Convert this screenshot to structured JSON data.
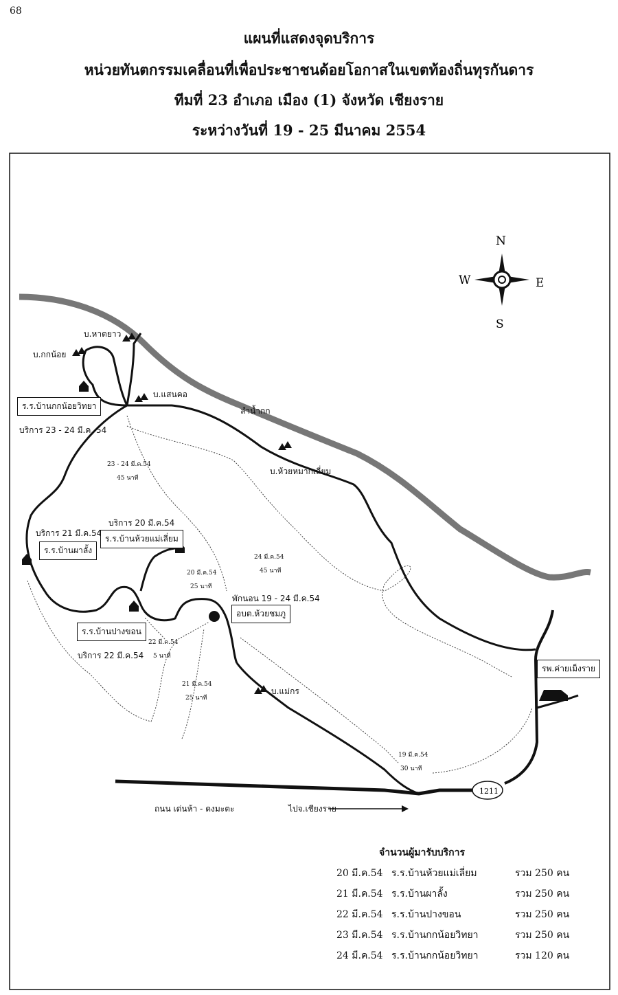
{
  "page_number": "68",
  "title_lines": [
    "แผนที่แสดงจุดบริการ",
    "หน่วยทันตกรรมเคลื่อนที่เพื่อประชาชนด้อยโอกาสในเขตท้องถิ่นทุรกันดาร",
    "ทีมที่  23 อำเภอ เมือง (1)   จังหวัด เชียงราย",
    "ระหว่างวันที่  19 - 25 มีนาคม 2554"
  ],
  "compass": {
    "n": "N",
    "s": "S",
    "e": "E",
    "w": "W"
  },
  "villages": {
    "hat_yao": "บ.หาดยาว",
    "kok_noi": "บ.กกน้อย",
    "saen_kho": "บ.แสนคอ",
    "huai_mak_liam": "บ.ห้วยหมากเลี่ยม",
    "mae_kon": "บ.แม่กร"
  },
  "river": "ลำน้ำกก",
  "sites": {
    "kok_noi_school": {
      "name": "ร.ร.บ้านกกน้อยวิทยา",
      "service": "บริการ 23 - 24 มี.ค. 54"
    },
    "pha_lang_school": {
      "name": "ร.ร.บ้านผาลั้ง",
      "service": "บริการ 21 มี.ค.54"
    },
    "huai_mae_liam_school": {
      "name": "ร.ร.บ้านห้วยแม่เลี่ยม",
      "service": "บริการ 20 มี.ค.54"
    },
    "pang_khon_school": {
      "name": "ร.ร.บ้านปางขอน",
      "service": "บริการ 22 มี.ค.54"
    },
    "tao_huai_chomphu": {
      "name": "อบต.ห้วยชมภู",
      "service": "พักนอน 19 - 24 มี.ค.54"
    },
    "hospital": {
      "name": "รพ.ค่ายเม็งราย"
    }
  },
  "travel_notes": [
    {
      "date": "23 -  24  มี.ค.54",
      "time": "45 นาที"
    },
    {
      "date": "20 มี.ค.54",
      "time": "25 นาที"
    },
    {
      "date": "24   มี.ค.54",
      "time": "45 นาที"
    },
    {
      "date": "22 มี.ค.54",
      "time": "5 นาที"
    },
    {
      "date": "21 มี.ค.54",
      "time": "25 นาที"
    },
    {
      "date": "19 มี.ค.54",
      "time": "30 นาที"
    }
  ],
  "road_number": "1211",
  "road_name": "ถนน เด่นห้า - ดงมะตะ",
  "direction": "ไปจ.เชียงราย",
  "legend": {
    "heading": "จำนวนผู้มารับบริการ",
    "rows": [
      {
        "date": "20 มี.ค.54",
        "place": "ร.ร.บ้านห้วยแม่เลี่ยม",
        "total": "รวม 250 คน"
      },
      {
        "date": "21 มี.ค.54",
        "place": "ร.ร.บ้านผาลั้ง",
        "total": "รวม 250 คน"
      },
      {
        "date": "22 มี.ค.54",
        "place": "ร.ร.บ้านปางขอน",
        "total": "รวม 250 คน"
      },
      {
        "date": "23 มี.ค.54",
        "place": "ร.ร.บ้านกกน้อยวิทยา",
        "total": "รวม 250 คน"
      },
      {
        "date": "24 มี.ค.54",
        "place": "ร.ร.บ้านกกน้อยวิทยา",
        "total": "รวม 120 คน"
      }
    ]
  }
}
